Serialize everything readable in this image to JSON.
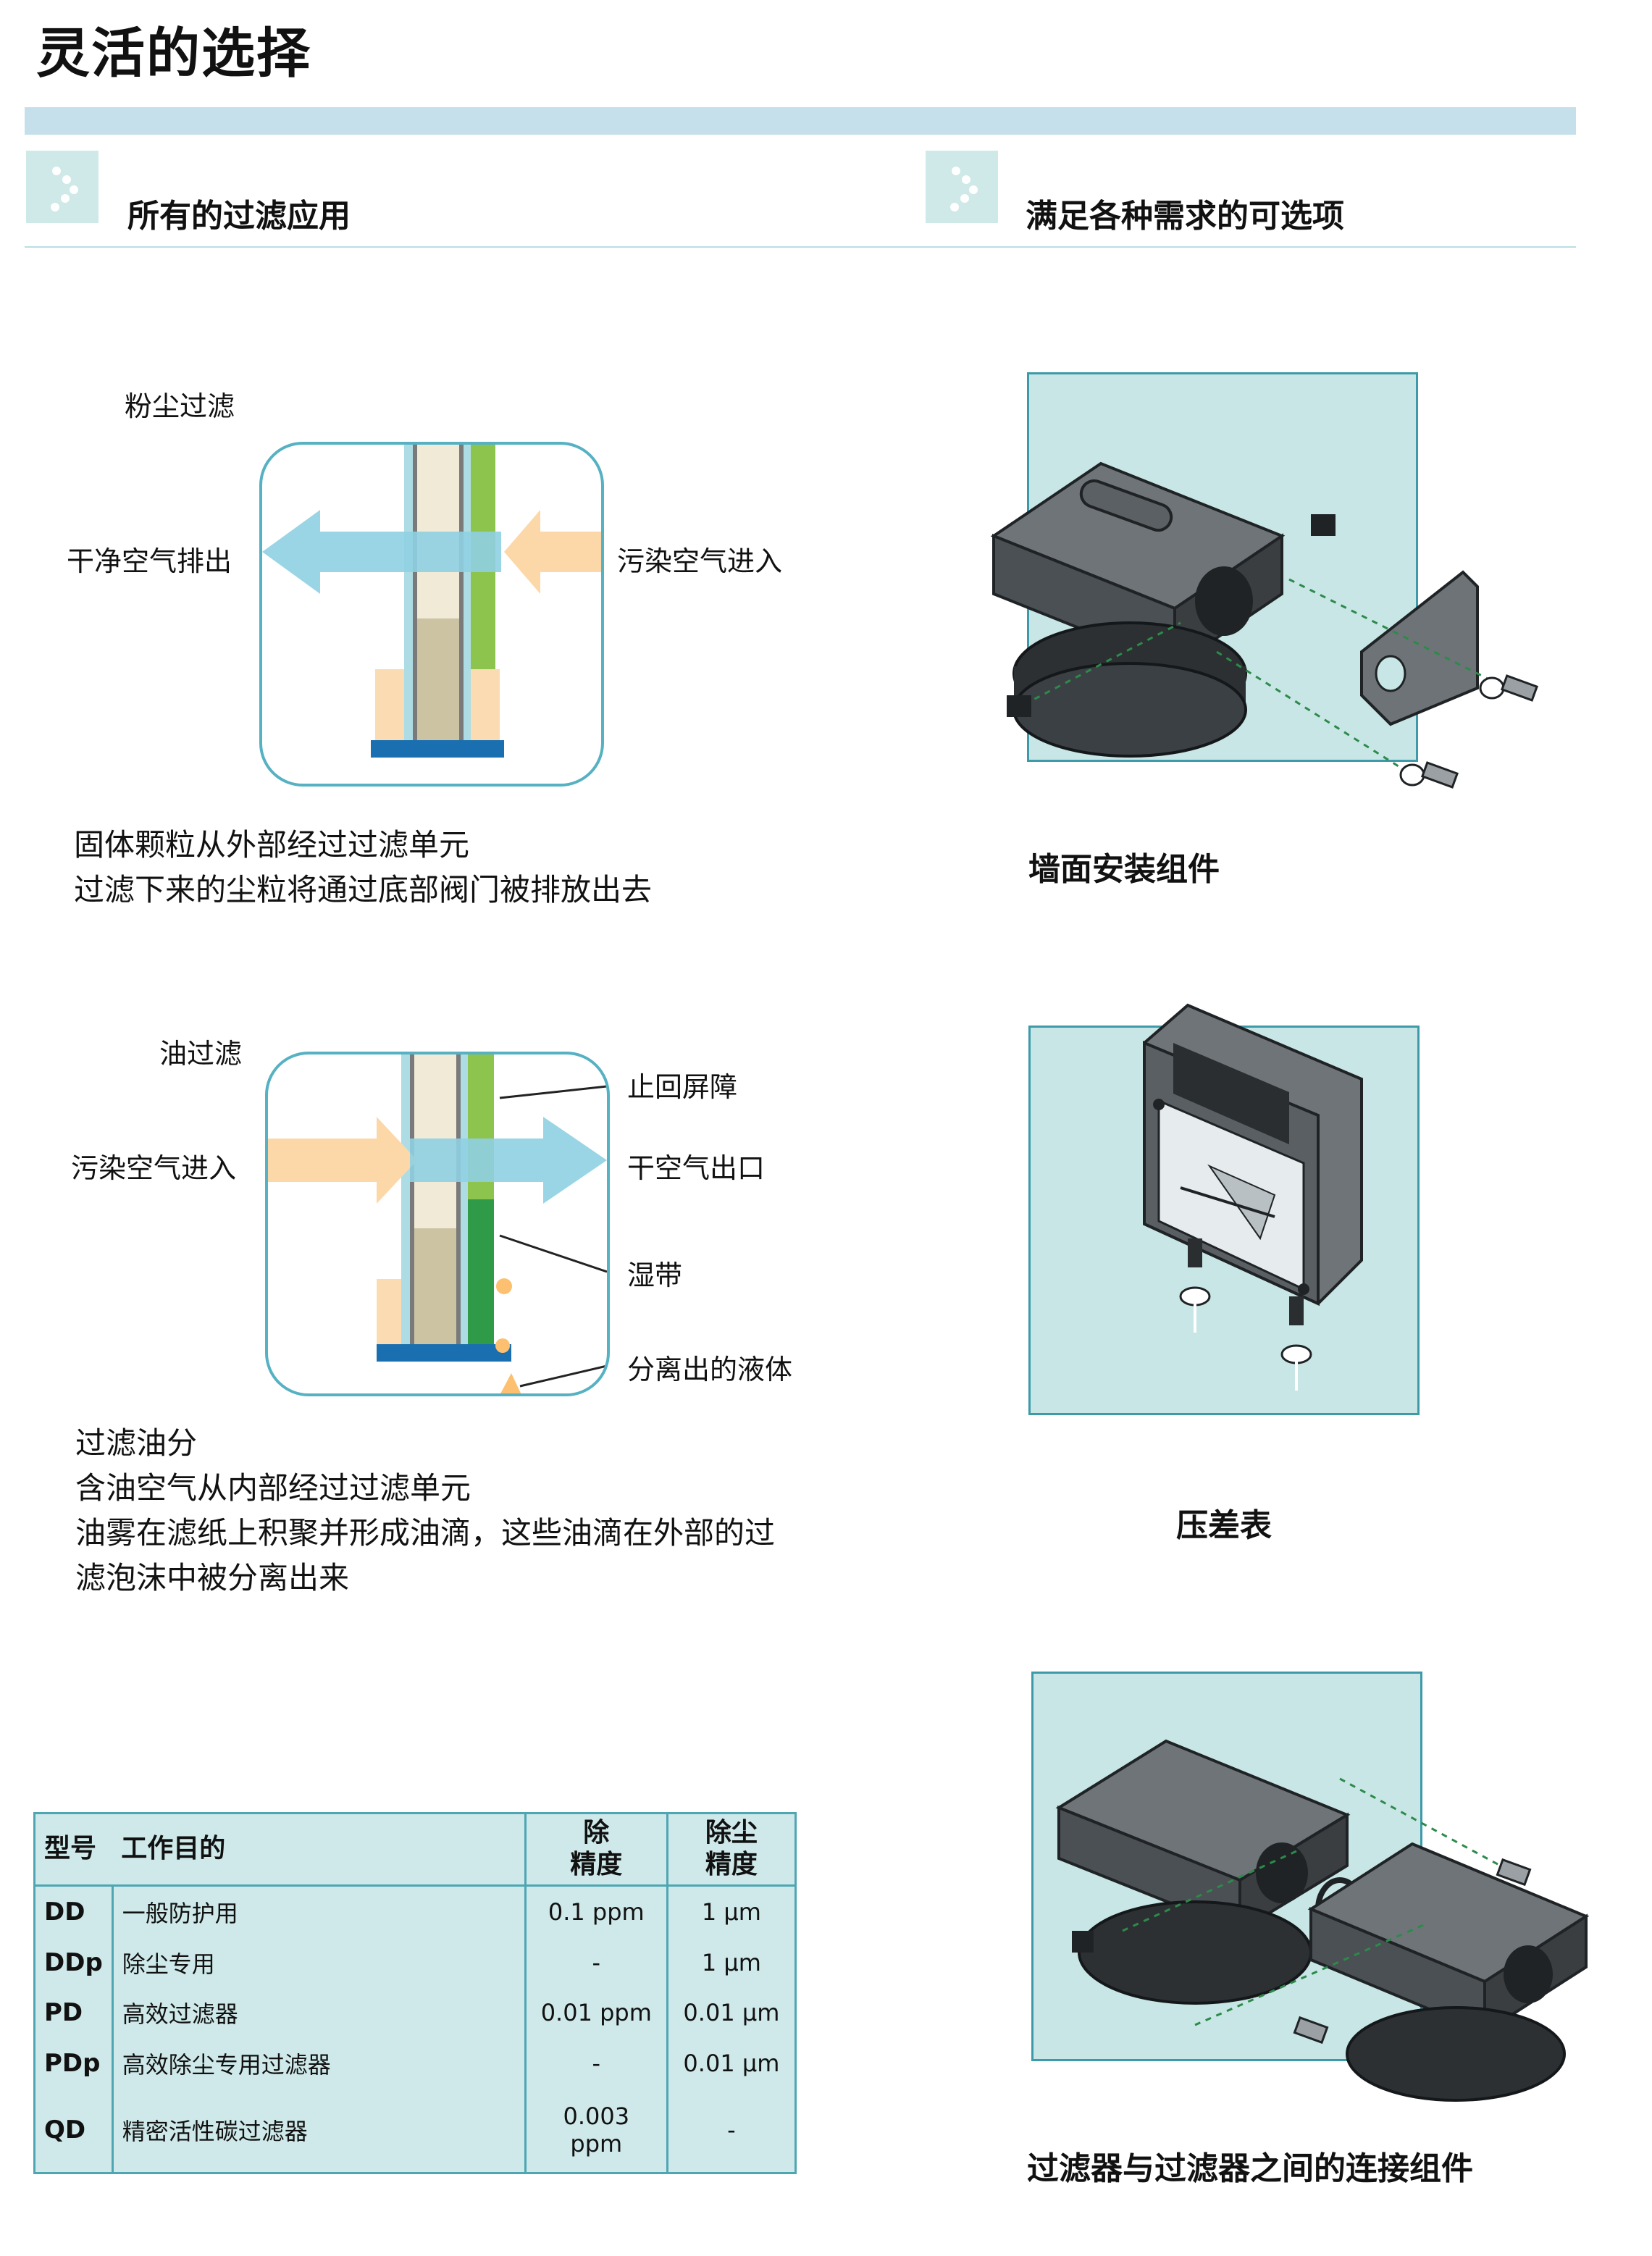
{
  "page_title": "灵活的选择",
  "sections": {
    "left_title": "所有的过滤应用",
    "right_title": "满足各种需求的可选项"
  },
  "dust": {
    "title": "粉尘过滤",
    "label_out": "干净空气排出",
    "label_in": "污染空气进入",
    "desc": [
      "固体颗粒从外部经过过滤单元",
      "过滤下来的尘粒将通过底部阀门被排放出去"
    ]
  },
  "oil": {
    "title": "油过滤",
    "label_in": "污染空气进入",
    "label_barrier": "止回屏障",
    "label_out": "干空气出口",
    "label_wet": "湿带",
    "label_liquid": "分离出的液体",
    "desc": [
      "过滤油分",
      "含油空气从内部经过过滤单元",
      "油雾在滤纸上积聚并形成油滴，这些油滴在外部的过",
      "滤泡沫中被分离出来"
    ]
  },
  "captions": {
    "wall_mount": "墙面安装组件",
    "gauge": "压差表",
    "connector": "过滤器与过滤器之间的连接组件"
  },
  "icons": {
    "section": "dots-arrow-icon",
    "accent": "#56b1c2",
    "panel": "#c8e6e6"
  },
  "table": {
    "headers": {
      "model": "型号",
      "purpose": "工作目的",
      "oil_line1": "除",
      "oil_line2": "精度",
      "dust_line1": "除尘",
      "dust_line2": "精度"
    },
    "rows": [
      {
        "model": "DD",
        "purpose": "一般防护用",
        "oil": "0.1 ppm",
        "dust": "1 μm"
      },
      {
        "model": "DDp",
        "purpose": "除尘专用",
        "oil": "-",
        "dust": "1 μm"
      },
      {
        "model": "PD",
        "purpose": "高效过滤器",
        "oil": "0.01 ppm",
        "dust": "0.01 μm"
      },
      {
        "model": "PDp",
        "purpose": "高效除尘专用过滤器",
        "oil": "-",
        "dust": "0.01 μm"
      },
      {
        "model": "QD",
        "purpose": "精密活性碳过滤器",
        "oil": "0.003 ppm",
        "dust": "-"
      }
    ]
  }
}
